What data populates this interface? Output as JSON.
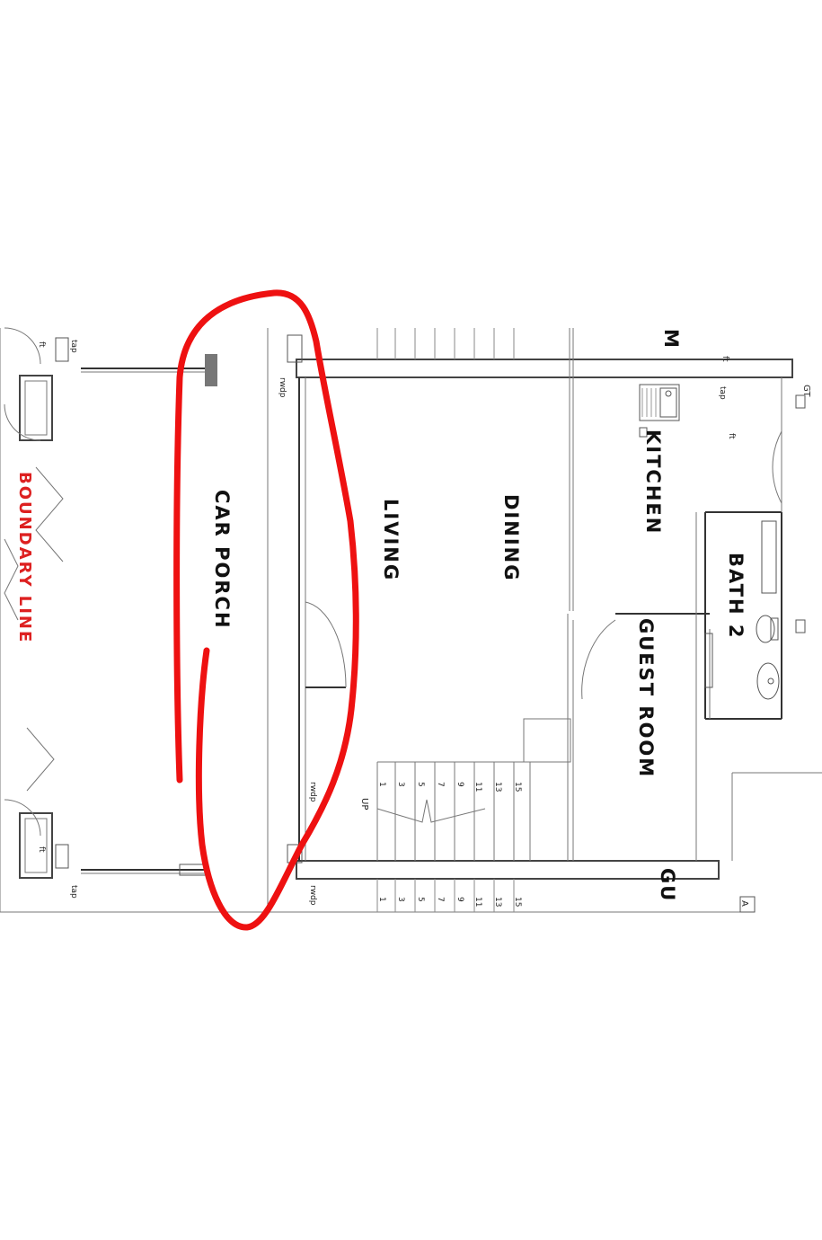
{
  "rooms": {
    "car_porch": "CAR PORCH",
    "living": "LIVING",
    "dining": "DINING",
    "kitchen": "KITCHEN",
    "bath2": "BATH 2",
    "guest_room": "GUEST ROOM",
    "m_partial": "M",
    "gu_partial": "GU"
  },
  "boundary_label": "BOUNDARY LINE",
  "labels": {
    "tap": "tap",
    "ft": "ft",
    "rwdp": "rwdp",
    "up": "UP",
    "gt": "GT",
    "a_partial": "A"
  },
  "stair_numbers": [
    "1",
    "3",
    "5",
    "7",
    "9",
    "11",
    "13",
    "15"
  ],
  "colors": {
    "annotation": "#ee1111",
    "boundary": "#dd2020",
    "lines": "#444444"
  }
}
